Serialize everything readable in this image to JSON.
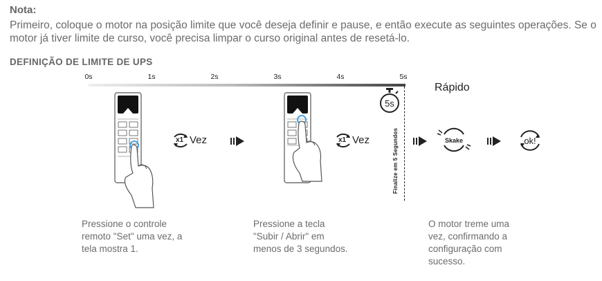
{
  "note": {
    "title": "Nota:",
    "text": "Primeiro, coloque o motor na posição limite que você deseja definir e pause, e então execute as seguintes operações.  Se o motor já tiver limite de curso, você precisa limpar o curso original antes de resetá-lo."
  },
  "section": {
    "title": "DEFINIÇÃO DE LIMITE DE UPS"
  },
  "timeline": {
    "ticks": [
      "0s",
      "1s",
      "2s",
      "3s",
      "4s",
      "5s"
    ],
    "timer_label": "5s",
    "speed_label": "Rápido",
    "finalize_label": "Finalize em 5 Segundos"
  },
  "steps": {
    "step1": {
      "count": "x1",
      "unit": "Vez",
      "caption_lines": [
        "Pressione o controle",
        "remoto \"Set\" uma vez, a",
        "tela mostra 1."
      ]
    },
    "step2": {
      "count": "x1",
      "unit": "Vez",
      "caption_lines": [
        "Pressione a tecla",
        "\"Subir / Abrir\" em",
        "menos de 3 segundos."
      ]
    },
    "step3": {
      "shake_label": "Skake",
      "ok_label": "ok!",
      "caption_lines": [
        "O motor treme uma",
        "vez, confirmando a",
        "configuração com",
        "sucesso."
      ]
    }
  },
  "colors": {
    "accent": "#4aa3df",
    "ink": "#222222",
    "text": "#6b6b6b"
  }
}
